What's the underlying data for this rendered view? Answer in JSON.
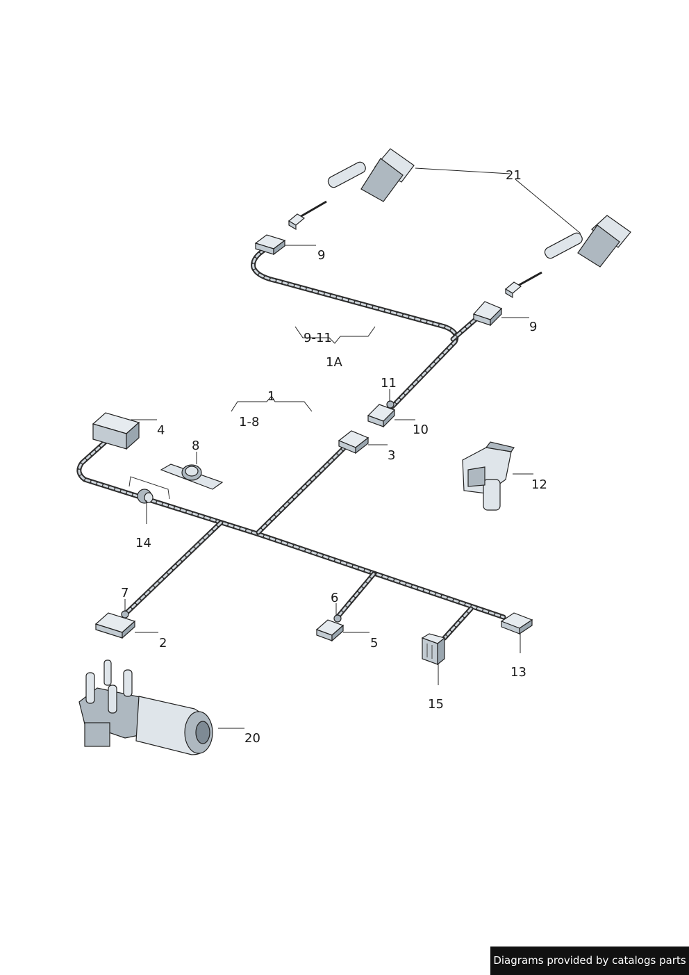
{
  "callouts": {
    "c21": "21",
    "c9a": "9",
    "c9b": "9",
    "c9_11": "9-11",
    "c1A": "1A",
    "c11": "11",
    "c1": "1",
    "c1_8": "1-8",
    "c4": "4",
    "c10": "10",
    "c8": "8",
    "c3": "3",
    "c12": "12",
    "c14": "14",
    "c7": "7",
    "c6": "6",
    "c2": "2",
    "c5": "5",
    "c13": "13",
    "c15": "15",
    "c20": "20"
  },
  "credit": "Diagrams provided by catalogs parts"
}
